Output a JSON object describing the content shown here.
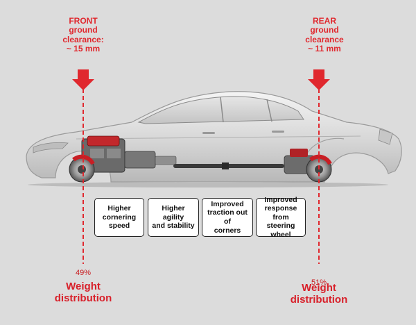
{
  "front": {
    "title": "FRONT",
    "line1": "ground",
    "line2": "clearance:",
    "value": "~ 15 mm",
    "weight_pct": "49%",
    "weight_label1": "Weight",
    "weight_label2": "distribution"
  },
  "rear": {
    "title": "REAR",
    "line1": "ground",
    "line2": "clearance",
    "value": "~ 11 mm",
    "weight_pct": "51%",
    "weight_label1": "Weight",
    "weight_label2": "distribution"
  },
  "benefits": [
    {
      "line1": "Higher",
      "line2": "cornering",
      "line3": "speed"
    },
    {
      "line1": "Higher agility",
      "line2": "and stability",
      "line3": ""
    },
    {
      "line1": "Improved",
      "line2": "traction out of",
      "line3": "corners"
    },
    {
      "line1": "Improved",
      "line2": "response from",
      "line3": "steering wheel"
    }
  ],
  "colors": {
    "accent": "#e0282e",
    "background": "#dcdcdc"
  }
}
